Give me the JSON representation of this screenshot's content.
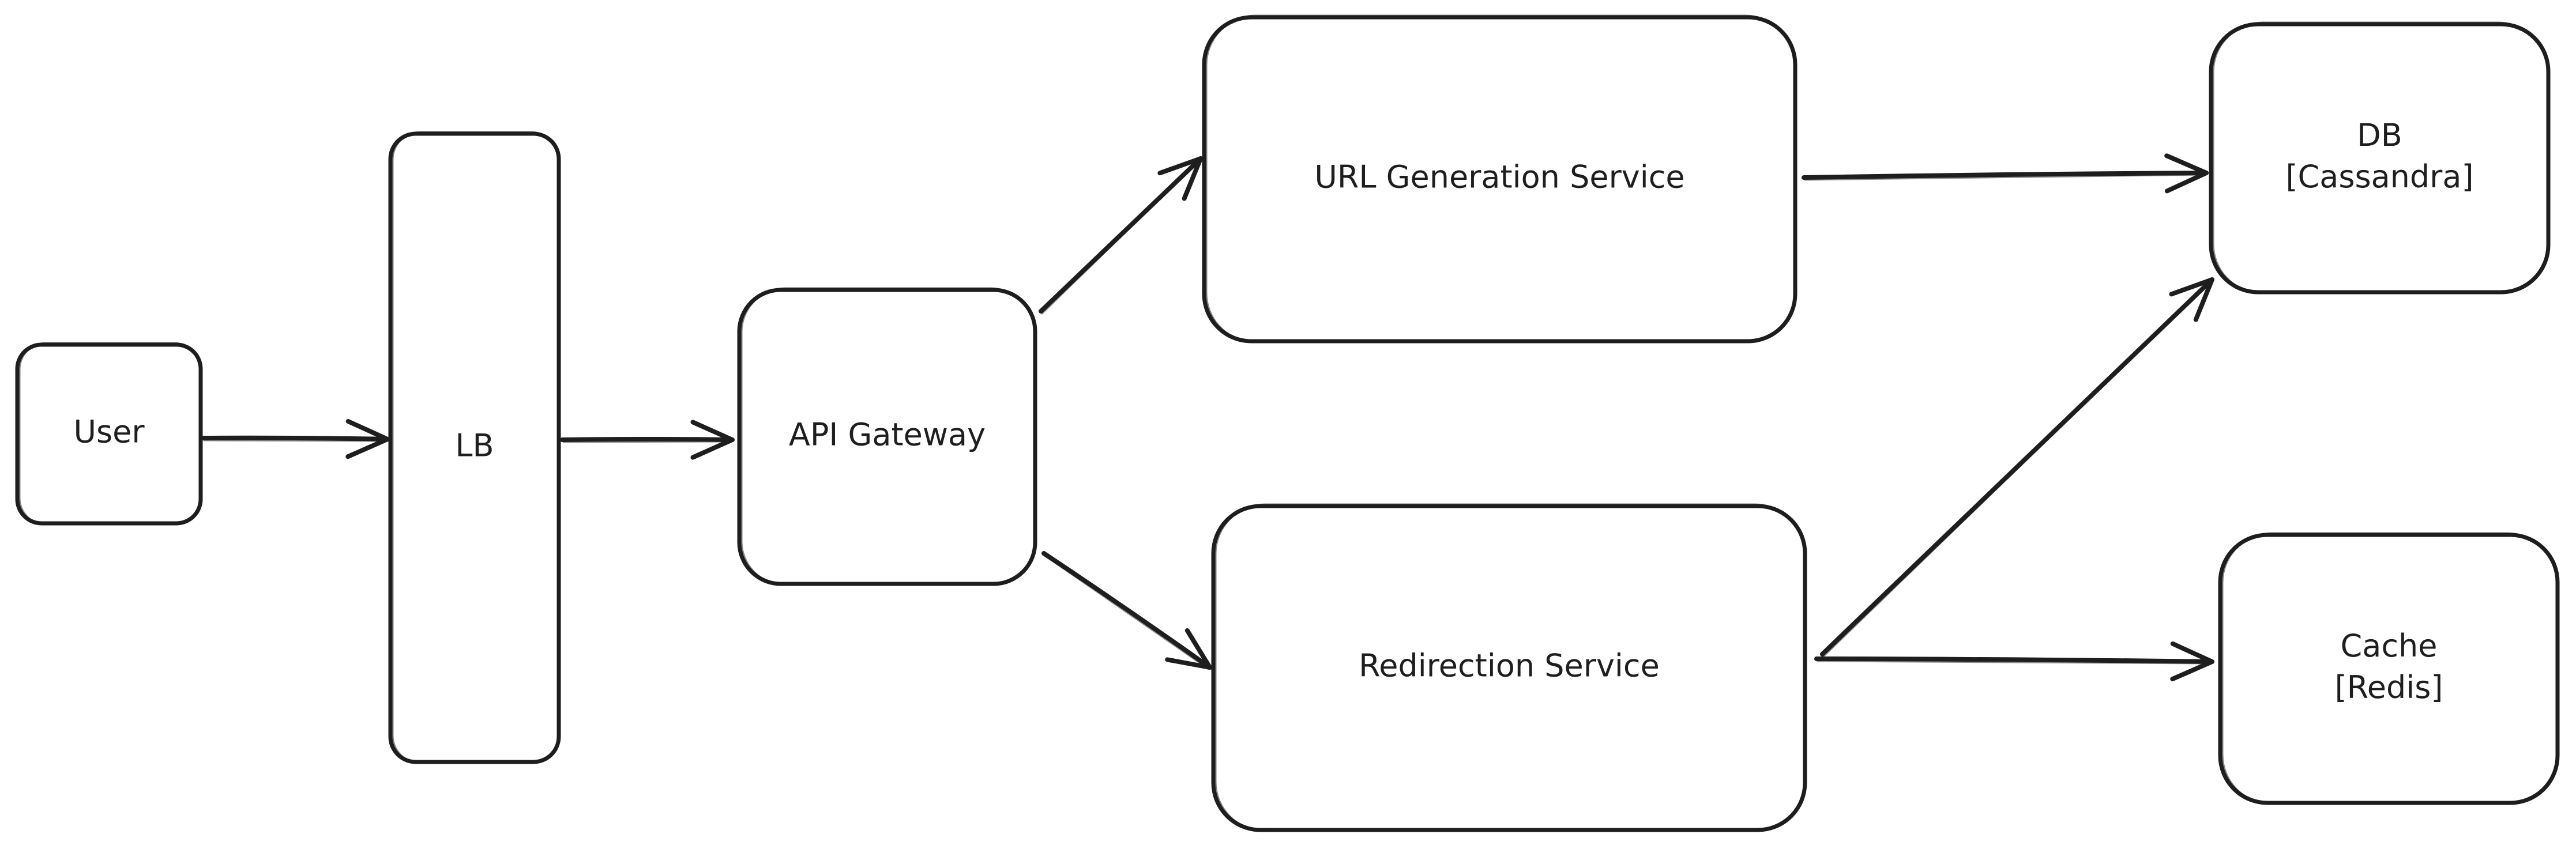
{
  "diagram": {
    "nodes": [
      {
        "id": "user",
        "lines": [
          "User"
        ]
      },
      {
        "id": "lb",
        "lines": [
          "LB"
        ]
      },
      {
        "id": "api-gateway",
        "lines": [
          "API Gateway"
        ]
      },
      {
        "id": "url-generation-service",
        "lines": [
          "URL Generation Service"
        ]
      },
      {
        "id": "redirection-service",
        "lines": [
          "Redirection Service"
        ]
      },
      {
        "id": "db",
        "lines": [
          "DB",
          "[Cassandra]"
        ]
      },
      {
        "id": "cache",
        "lines": [
          "Cache",
          "[Redis]"
        ]
      }
    ],
    "edges": [
      {
        "from": "user",
        "to": "lb"
      },
      {
        "from": "lb",
        "to": "api-gateway"
      },
      {
        "from": "api-gateway",
        "to": "url-generation-service"
      },
      {
        "from": "api-gateway",
        "to": "redirection-service"
      },
      {
        "from": "url-generation-service",
        "to": "db"
      },
      {
        "from": "redirection-service",
        "to": "db"
      },
      {
        "from": "redirection-service",
        "to": "cache"
      }
    ]
  }
}
